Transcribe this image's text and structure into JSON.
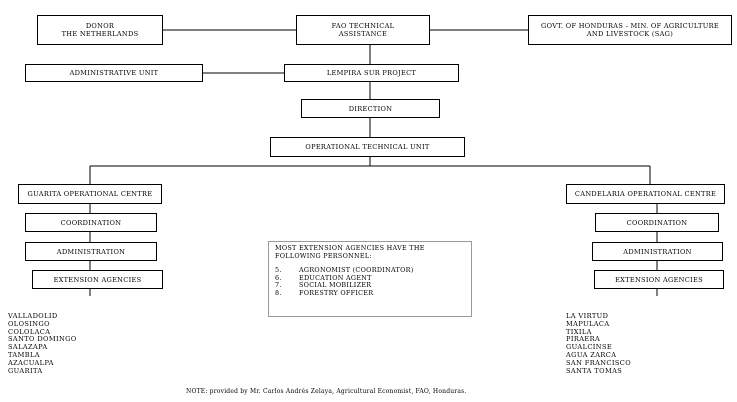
{
  "boxes": {
    "donor": "DONOR\nTHE NETHERLANDS",
    "fao": "FAO TECHNICAL\nASSISTANCE",
    "govt": "GOVT. OF HONDURAS - MIN. OF AGRICULTURE\nAND LIVESTOCK (SAG)",
    "admin_unit": "ADMINISTRATIVE UNIT",
    "project": "LEMPIRA SUR PROJECT",
    "direction": "DIRECTION",
    "op_tech_unit": "OPERATIONAL TECHNICAL UNIT",
    "guarita": "GUARITA OPERATIONAL CENTRE",
    "candelaria": "CANDELARIA OPERATIONAL CENTRE",
    "coordination": "COORDINATION",
    "administration": "ADMINISTRATION",
    "extension": "EXTENSION AGENCIES"
  },
  "note": {
    "heading": "MOST EXTENSION AGENCIES HAVE THE\nFOLLOWING PERSONNEL:",
    "items": [
      {
        "num": "5.",
        "text": "AGRONOMIST (COORDINATOR)"
      },
      {
        "num": "6.",
        "text": "EDUCATION AGENT"
      },
      {
        "num": "7.",
        "text": "SOCIAL MOBILIZER"
      },
      {
        "num": "8.",
        "text": "FORESTRY OFFICER"
      }
    ]
  },
  "guarita_agencies": [
    "VALLADOLID",
    "OLOSINGO",
    "COLOLACA",
    "SANTO DOMINGO",
    "SALAZAPA",
    "TAMBLA",
    "AZACUALPA",
    "GUARITA"
  ],
  "candelaria_agencies": [
    "LA VIRTUD",
    "MAPULACA",
    "TIXILA",
    "PIRAERA",
    "GUALCINSE",
    "AGUA ZARCA",
    "SAN FRANCISCO",
    "SANTA TOMAS"
  ],
  "footnote": "NOTE:     provided by Mr. Carlos Andrés Zelaya, Agricultural Economist, FAO, Honduras."
}
